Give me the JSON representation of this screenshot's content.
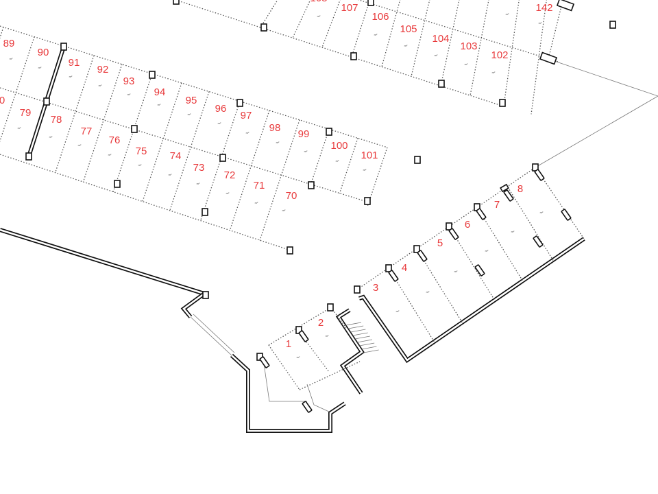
{
  "title": "Parking floor plan",
  "colors": {
    "label": "#e8393b",
    "lines": "#111111",
    "background": "#ffffff"
  },
  "spaces": {
    "upper_block": [
      "108",
      "107",
      "106",
      "105",
      "104",
      "103",
      "102",
      "142"
    ],
    "main_block_top": [
      "89",
      "90",
      "91",
      "92",
      "93",
      "94",
      "95",
      "96",
      "97",
      "98",
      "99",
      "100",
      "101"
    ],
    "main_block_bottom": [
      "0",
      "79",
      "78",
      "77",
      "76",
      "75",
      "74",
      "73",
      "72",
      "71",
      "70"
    ],
    "lower_block": [
      "1",
      "2",
      "3",
      "4",
      "5",
      "6",
      "7",
      "8"
    ]
  }
}
